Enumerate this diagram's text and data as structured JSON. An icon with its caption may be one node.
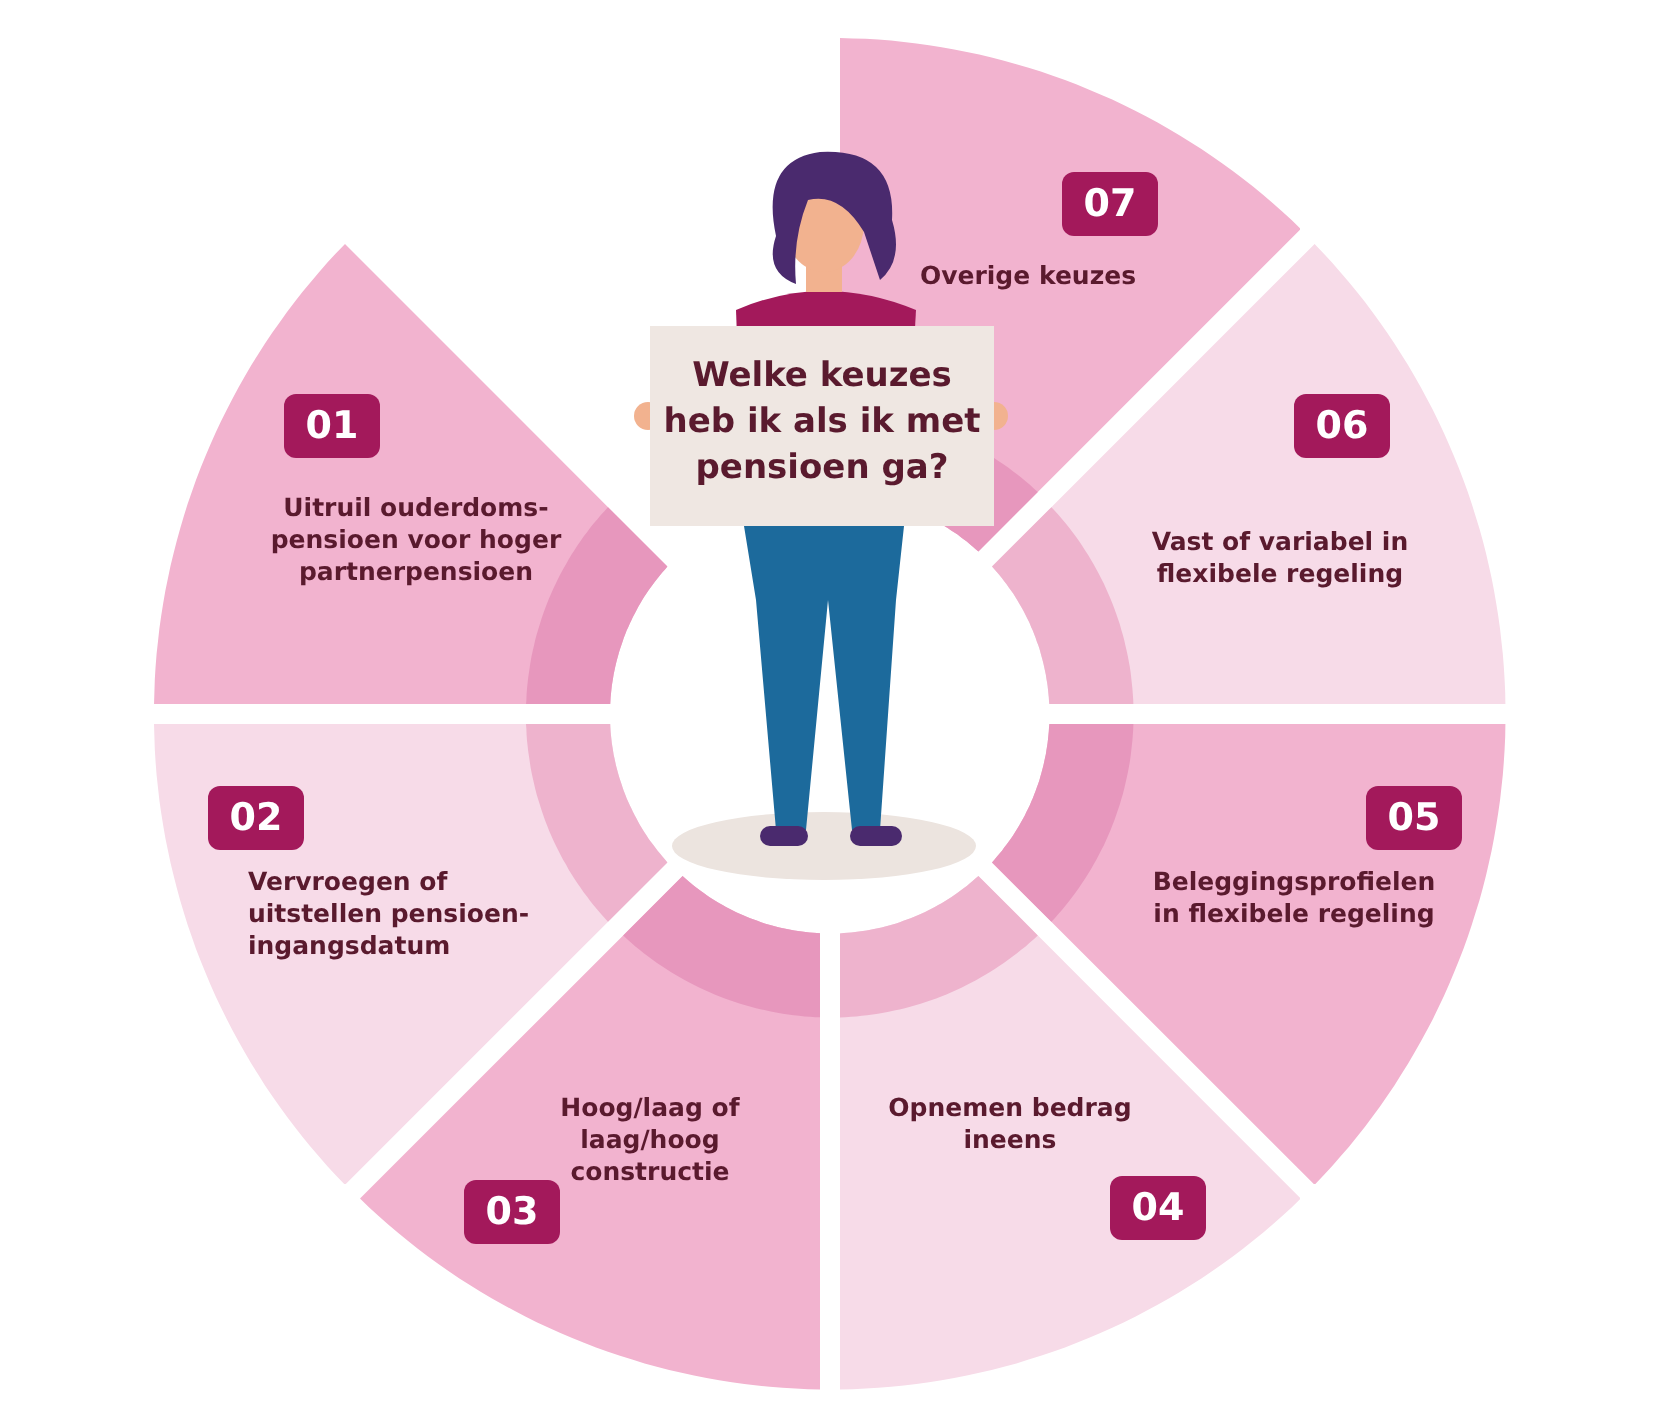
{
  "diagram": {
    "nodes": [
      {
        "text": [
          "Welke keuzes heb ik als ik met pensioen ga?"
        ]
      },
      {
        "text": [
          "01",
          "Uitruil ouderdoms-pensioen voor hoger partnerpensioen"
        ]
      },
      {
        "text": [
          "02",
          "Vervroegen of uitstellen pensioen-ingangsdatum"
        ]
      },
      {
        "text": [
          "Hoog/laag of laag/hoog constructie",
          "03"
        ]
      },
      {
        "text": [
          "Opnemen bedrag ineens",
          "04"
        ]
      },
      {
        "text": [
          "05",
          "Beleggingsprofielen in flexibele regeling"
        ]
      },
      {
        "text": [
          "06",
          "Vast of variabel in flexibele regeling"
        ]
      },
      {
        "text": [
          "07",
          "Overige keuzes"
        ]
      }
    ]
  }
}
